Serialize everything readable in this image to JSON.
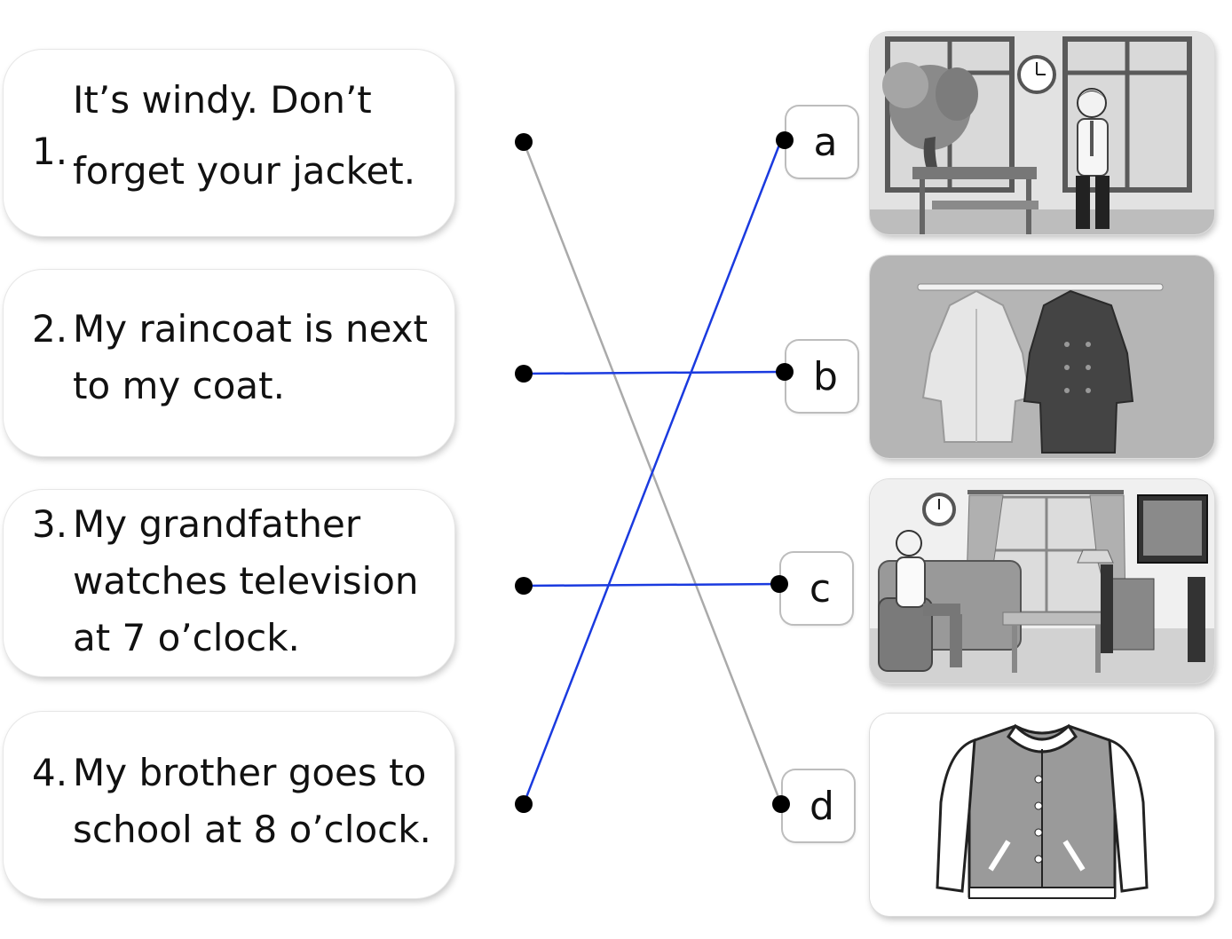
{
  "sentences": [
    {
      "num": "1.",
      "line1": "It’s windy. Don’t",
      "line2": "forget your jacket.",
      "line3": ""
    },
    {
      "num": "2.",
      "line1": "My raincoat is next",
      "line2": "to my coat.",
      "line3": ""
    },
    {
      "num": "3.",
      "line1": "My grandfather",
      "line2": "watches television",
      "line3": "at 7 o’clock."
    },
    {
      "num": "4.",
      "line1": "My brother goes to",
      "line2": "school at 8 o’clock.",
      "line3": ""
    }
  ],
  "options": [
    "a",
    "b",
    "c",
    "d"
  ],
  "matches": [
    {
      "sentence": "1",
      "option": "d",
      "color": "#aaaaaa"
    },
    {
      "sentence": "2",
      "option": "b",
      "color": "#1a3adf"
    },
    {
      "sentence": "3",
      "option": "c",
      "color": "#1a3adf"
    },
    {
      "sentence": "4",
      "option": "a",
      "color": "#1a3adf"
    }
  ],
  "pictures": [
    {
      "option": "a",
      "icon": "classroom-boy-picture"
    },
    {
      "option": "b",
      "icon": "raincoat-and-coat-picture"
    },
    {
      "option": "c",
      "icon": "grandfather-living-room-picture"
    },
    {
      "option": "d",
      "icon": "jacket-picture"
    }
  ]
}
